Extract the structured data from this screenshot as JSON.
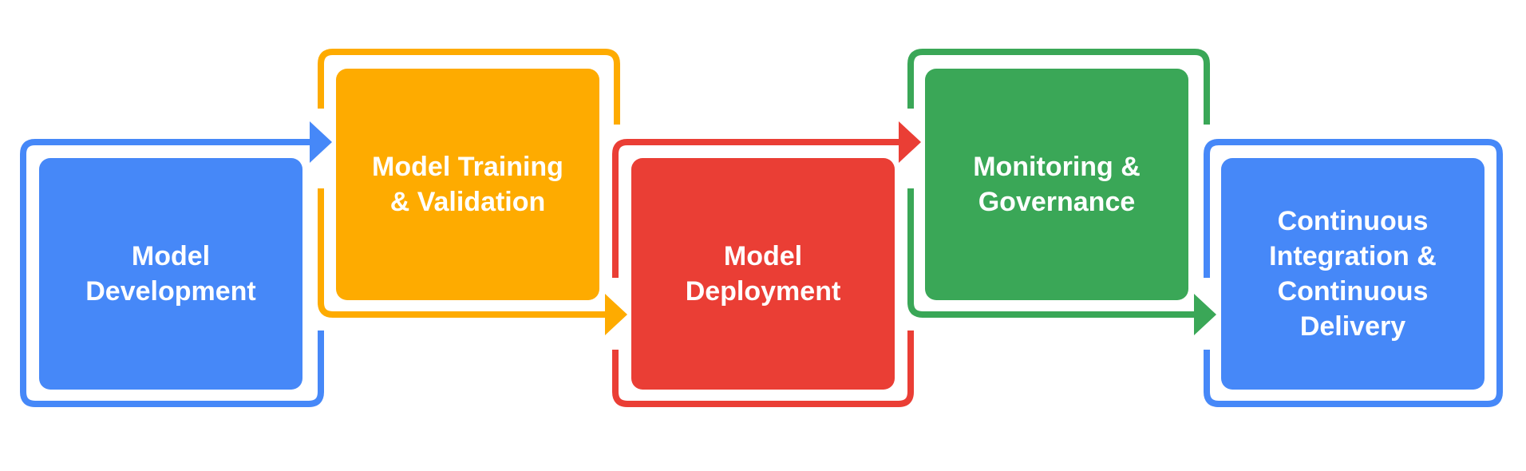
{
  "colors": {
    "blue": "#4688F8",
    "yellow": "#FEAB00",
    "red": "#EA3E35",
    "green": "#3AA757"
  },
  "steps": [
    {
      "label": "Model\nDevelopment",
      "color": "#4688F8"
    },
    {
      "label": "Model Training\n& Validation",
      "color": "#FEAB00"
    },
    {
      "label": "Model\nDeployment",
      "color": "#EA3E35"
    },
    {
      "label": "Monitoring &\nGovernance",
      "color": "#3AA757"
    },
    {
      "label": "Continuous\nIntegration &\nContinuous\nDelivery",
      "color": "#4688F8"
    }
  ]
}
